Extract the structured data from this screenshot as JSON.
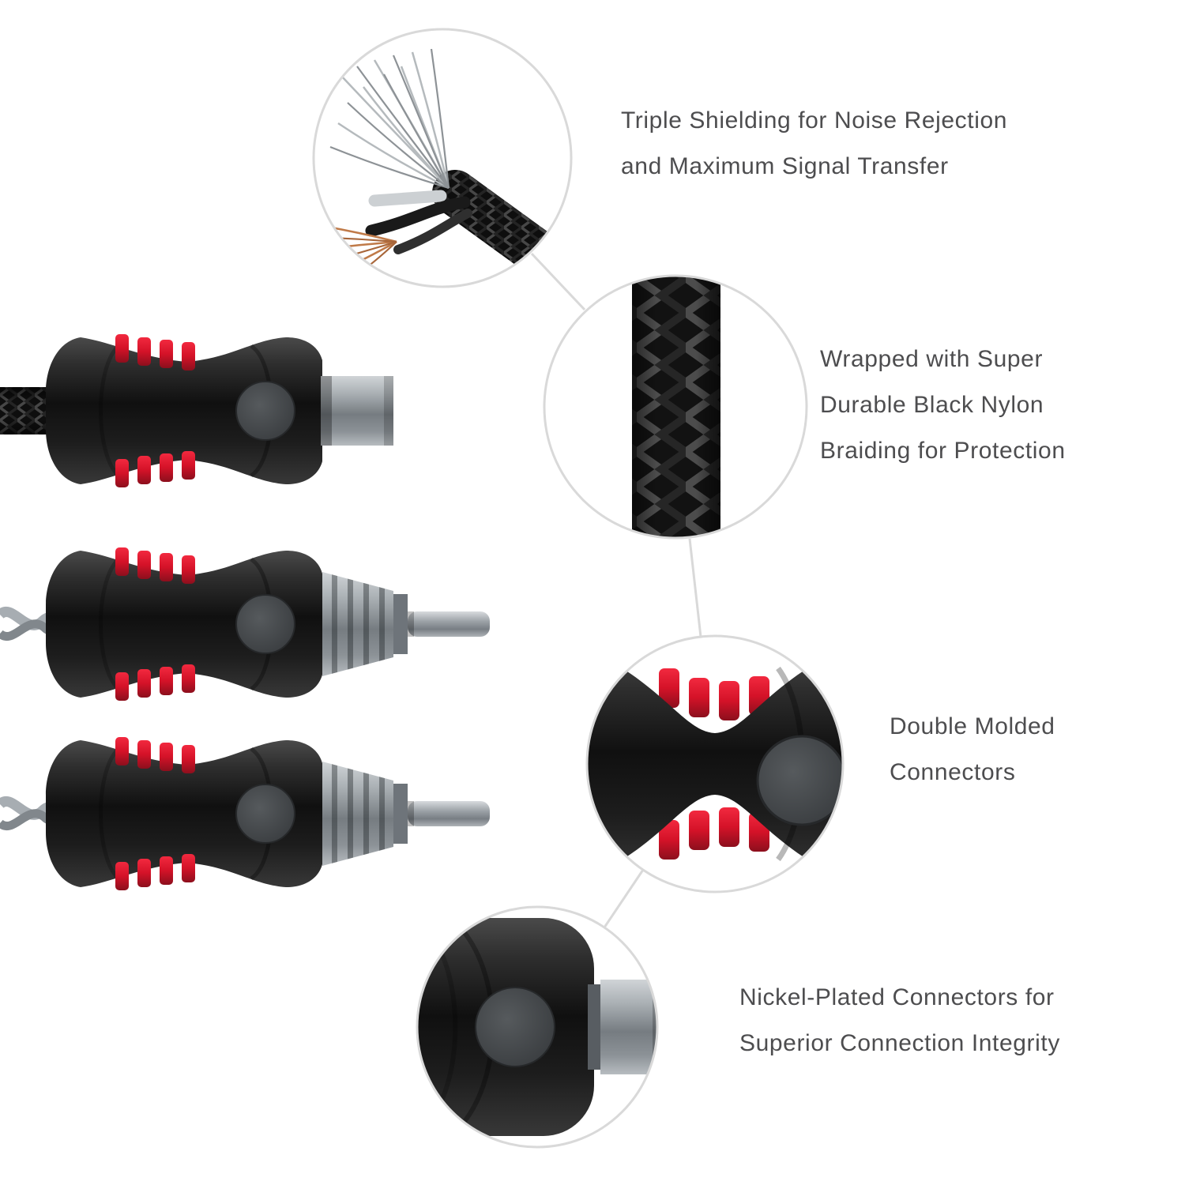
{
  "callouts": [
    {
      "name": "triple-shielding",
      "lines": [
        "Triple Shielding for Noise Rejection",
        "and Maximum Signal Transfer"
      ]
    },
    {
      "name": "nylon-braiding",
      "lines": [
        "Wrapped with Super",
        "Durable Black Nylon",
        "Braiding for Protection"
      ]
    },
    {
      "name": "double-molded",
      "lines": [
        "Double Molded",
        "Connectors"
      ]
    },
    {
      "name": "nickel-plated",
      "lines": [
        "Nickel-Plated Connectors for",
        "Superior Connection Integrity"
      ]
    }
  ],
  "colors": {
    "accent_red": "#d41228",
    "text": "#4d4d4f",
    "callout_circle_border": "#d9d9d9",
    "background": "#ffffff"
  }
}
